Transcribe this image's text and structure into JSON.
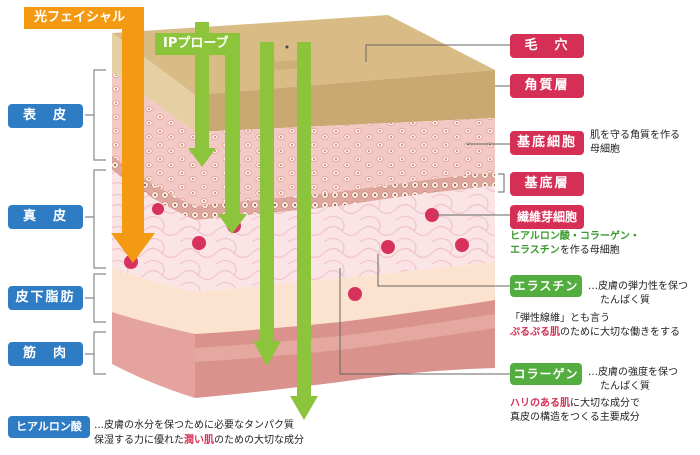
{
  "tools": {
    "photo_facial": "光フェイシャル",
    "ip_probe": "IPプローブ"
  },
  "left_labels": {
    "epidermis": "表　皮",
    "dermis": "真　皮",
    "subcutaneous_fat": "皮下脂肪",
    "muscle": "筋　肉",
    "hyaluronic_acid": "ヒアルロン酸"
  },
  "right_labels": {
    "pore": "毛　穴",
    "stratum_corneum": "角質層",
    "basal_cell": "基底細胞",
    "basal_layer": "基底層",
    "fibroblast": "繊維芽細胞",
    "elastin": "エラスチン",
    "collagen": "コラーゲン"
  },
  "descriptions": {
    "basal_cell_line1": "肌を守る角質を作る",
    "basal_cell_line2": "母細胞",
    "fibroblast_line1": "ヒアルロン酸・コラーゲン・",
    "fibroblast_line2_a": "エラスチン",
    "fibroblast_line2_b": "を作る母細胞",
    "elastin_line1": "…皮膚の弾力性を保つ",
    "elastin_line2": "たんぱく質",
    "elastin_line3": "「弾性線維」とも言う",
    "elastin_line4_a": "ぷるぷる肌",
    "elastin_line4_b": "のために大切な働きをする",
    "collagen_line1": "…皮膚の強度を保つ",
    "collagen_line2": "たんぱく質",
    "collagen_line3_a": "ハリのある肌",
    "collagen_line3_b": "に大切な成分で",
    "collagen_line4": "真皮の構造をつくる主要成分",
    "hyaluronic_line1": "…皮膚の水分を保つために必要なタンパク質",
    "hyaluronic_line2_a": "保湿する力に優れた",
    "hyaluronic_line2_b": "潤い肌",
    "hyaluronic_line2_c": "のための大切な成分"
  },
  "colors": {
    "orange": "#f39a12",
    "green": "#8cc43c",
    "blue": "#2e7cc4",
    "red": "#d62f55",
    "label_green": "#53ad3f",
    "top": "#d9bc85",
    "side": "#ead8c3"
  }
}
